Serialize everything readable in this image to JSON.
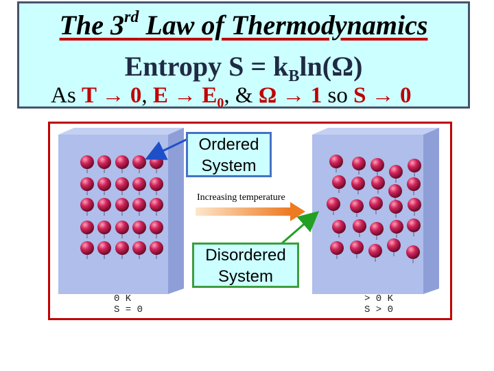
{
  "header": {
    "title_prefix": "The 3",
    "title_sup": "rd",
    "title_suffix": " Law of Thermodynamics",
    "entropy_a": "Entropy S = k",
    "entropy_sub": "B",
    "entropy_b": "ln(Ω)",
    "line3_as": "As",
    "line3_t": "T → 0",
    "line3_comma1": ",",
    "line3_e": "E → E",
    "line3_e_sub": "0",
    "line3_amp": ", &",
    "line3_omega": "Ω → 1",
    "line3_so": "so",
    "line3_s": "S → 0"
  },
  "figure": {
    "ordered_line1": "Ordered",
    "ordered_line2": "System",
    "disordered_line1": "Disordered",
    "disordered_line2": "System",
    "arrow_label": "Increasing temperature",
    "left_k": "0 K",
    "left_s": "S = 0",
    "right_k": "> 0 K",
    "right_s": "S > 0"
  },
  "colors": {
    "header_bg": "#ccffff",
    "accent_red": "#c00000",
    "atom": "#c8194f",
    "crystal": "#a8b8e8"
  }
}
